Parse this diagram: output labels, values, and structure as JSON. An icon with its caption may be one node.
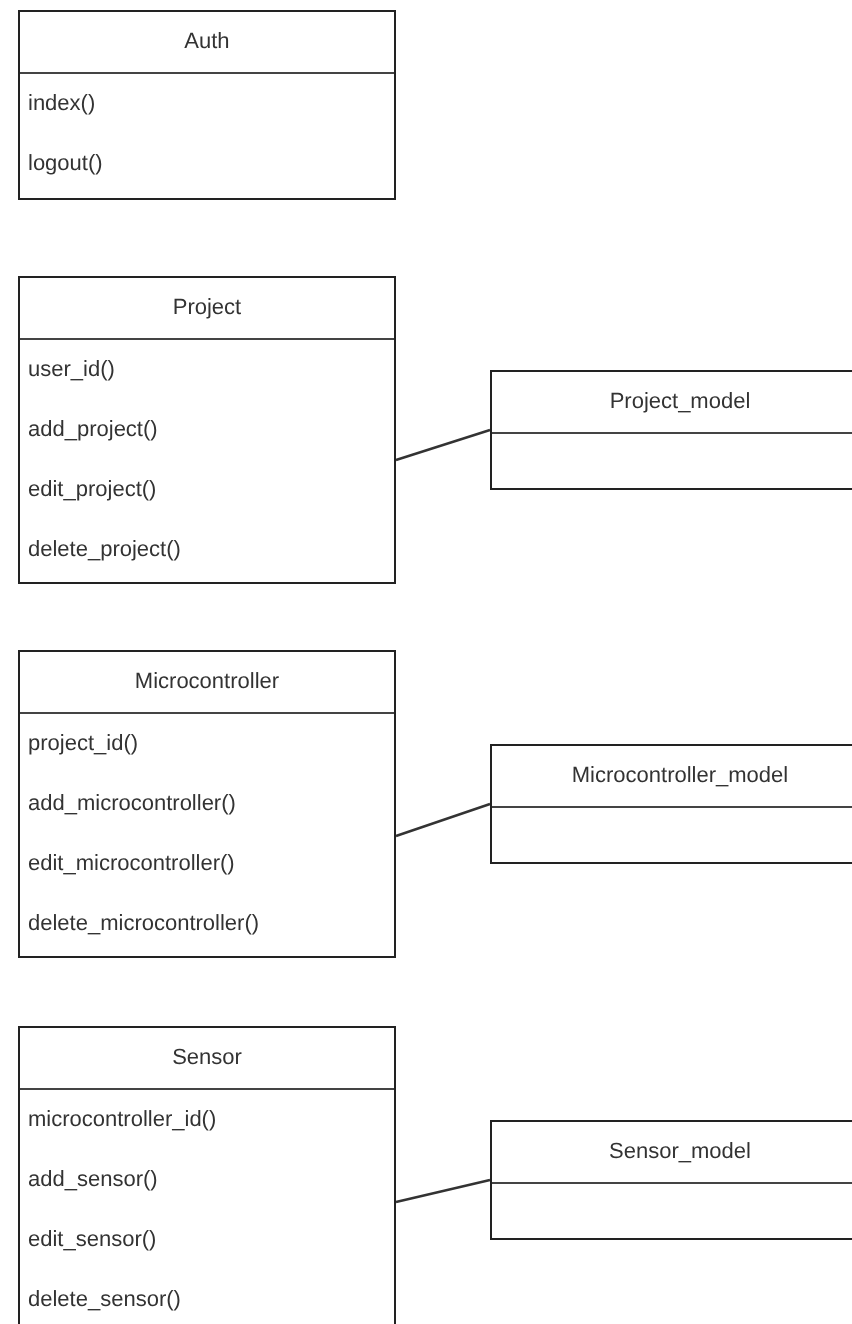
{
  "diagram": {
    "nodes": [
      {
        "text": [
          "Auth",
          "index()",
          "logout()"
        ]
      },
      {
        "text": [
          "Project",
          "user_id()",
          "add_project()",
          "edit_project()",
          "delete_project()"
        ]
      },
      {
        "text": [
          "Project_model"
        ]
      },
      {
        "text": [
          "Microcontroller",
          "project_id()",
          "add_microcontroller()",
          "edit_microcontroller()",
          "delete_microcontroller()"
        ]
      },
      {
        "text": [
          "Microcontroller_model"
        ]
      },
      {
        "text": [
          "Sensor",
          "microcontroller_id()",
          "add_sensor()",
          "edit_sensor()",
          "delete_sensor()"
        ]
      },
      {
        "text": [
          "Sensor_model"
        ]
      }
    ],
    "edges": [
      {
        "from": 1,
        "to": 2,
        "arrow": "none"
      },
      {
        "from": 3,
        "to": 4,
        "arrow": "none"
      },
      {
        "from": 5,
        "to": 6,
        "arrow": "none"
      }
    ]
  }
}
